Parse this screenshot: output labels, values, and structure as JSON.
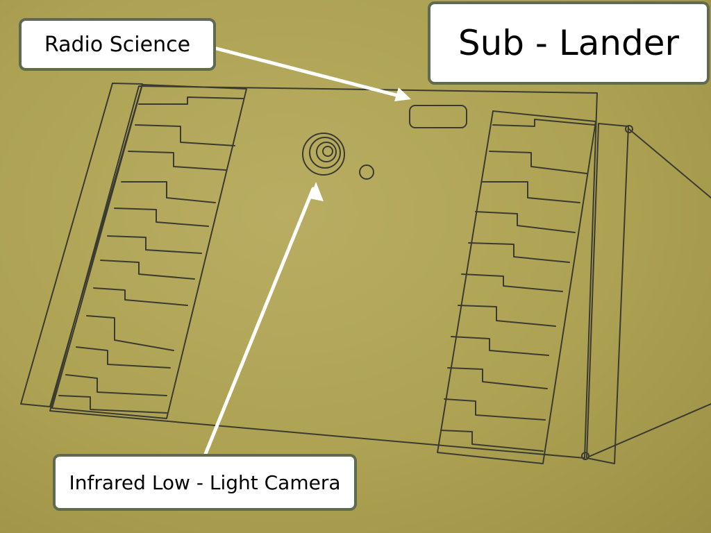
{
  "title": "Sub - Lander",
  "callouts": {
    "radio_science": "Radio Science",
    "infrared_camera": "Infrared Low - Light Camera"
  },
  "colors": {
    "paper": "#ada253",
    "pencil": "#3b3a30",
    "box_border": "#5f6a4f",
    "arrow": "#ffffff"
  }
}
